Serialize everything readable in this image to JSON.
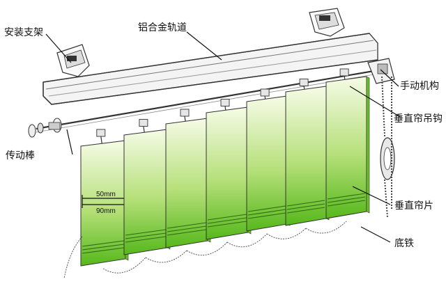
{
  "labels": {
    "mounting_bracket": "安装支架",
    "aluminum_track": "铝合金轨道",
    "manual_mechanism": "手动机构",
    "vertical_hook": "垂直帘吊钩",
    "drive_rod": "传动棒",
    "vertical_slat": "垂直帘片",
    "bottom_weight": "底铁"
  },
  "dimensions": {
    "width_a": "50mm",
    "width_b": "90mm"
  },
  "colors": {
    "slat_top": "#f6fbe6",
    "slat_mid": "#b6e07a",
    "slat_bottom": "#57b81c",
    "outline": "#333333"
  },
  "slat_count": 7
}
